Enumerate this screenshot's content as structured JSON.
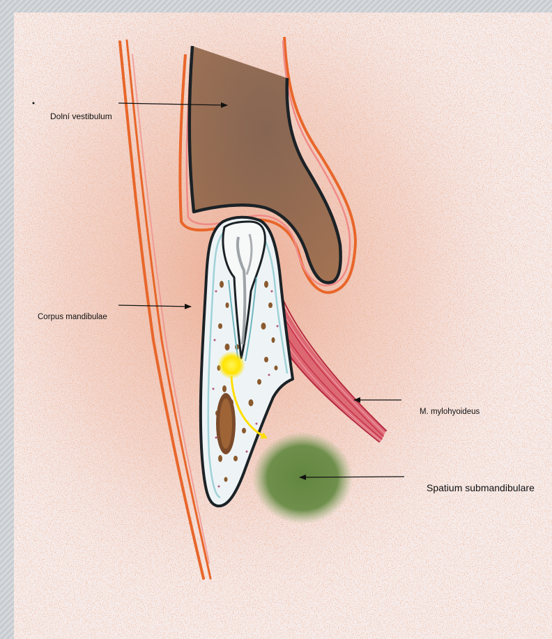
{
  "labels": {
    "dolni_vestibulum": "Dolní vestibulum",
    "corpus_mandibulae": "Corpus mandibulae",
    "m_mylohyoideus": "M. mylohyoideus",
    "spatium_submandibulare": "Spatium submandibulare"
  },
  "colors": {
    "speckle": "#d9653a",
    "mucosa_orange": "#e8662a",
    "mucosa_pink": "#f08a86",
    "outline": "#1b2226",
    "vestibule_fill": "#8a6449",
    "bone_fill": "#eef4f6",
    "muscle": "#d64a5e",
    "infection": "#ffe300",
    "space": "#6b8f4a"
  },
  "icons": [
    "arrow-icon"
  ]
}
